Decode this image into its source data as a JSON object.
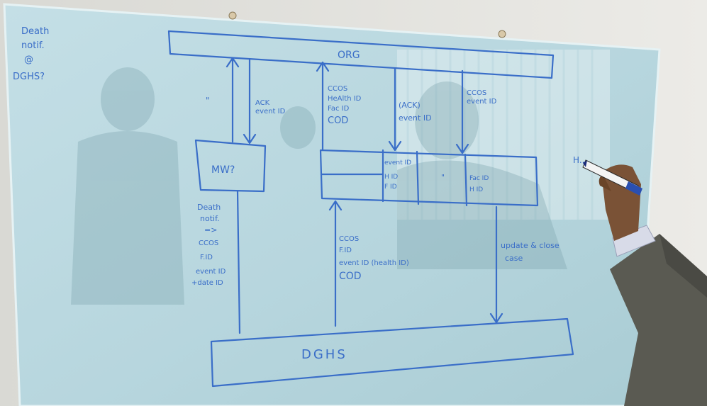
{
  "whiteboard": {
    "corner_note": [
      "Death",
      "notif.",
      "@",
      "DGHS?"
    ],
    "org_label": "ORG",
    "dghs_label": "DGHS",
    "mw_label": "MW?",
    "left_up_mark": "\"",
    "ack_note": [
      "ACK",
      "event ID"
    ],
    "death_notif_note": [
      "Death",
      "notif.",
      "=>",
      "CCOS",
      "F.ID",
      "event ID",
      "+date ID"
    ],
    "ccos_up_note": [
      "CCOS",
      "HeAlth ID",
      "Fac ID",
      "COD"
    ],
    "ack_event_note": [
      "(ACK)",
      "event ID"
    ],
    "ccos_right_note": [
      "CCOS",
      "event ID"
    ],
    "table_cells": [
      "event ID",
      "H ID",
      "F ID",
      "\"",
      "Fac ID",
      "H ID"
    ],
    "ccos_bottom_note": [
      "CCOS",
      "F.ID",
      "event ID (health ID)",
      "COD"
    ],
    "update_note": [
      "update & close",
      "case"
    ],
    "marker_note": "H..."
  },
  "colors": {
    "board": "#bcd9df",
    "ink": "#3a6ec8",
    "wall": "#e4e4e0",
    "jacket": "#5a5a52",
    "skin": "#7a5236"
  }
}
